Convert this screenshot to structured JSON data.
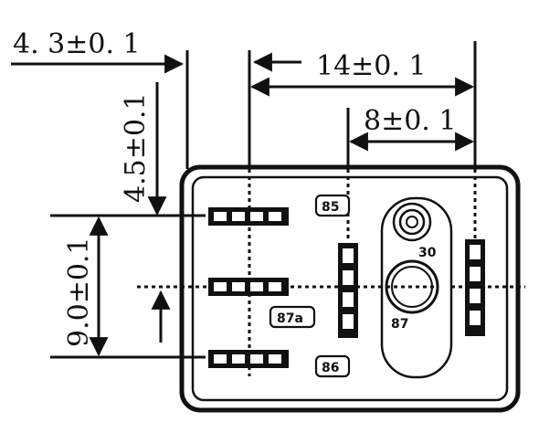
{
  "dimensions": {
    "top_left": "4. 3±0. 1",
    "top_wide": "14±0. 1",
    "top_mid": "8±0. 1",
    "vertical_upper": "4.5±0.1",
    "vertical_left": "9.0±0.1"
  },
  "pins": {
    "p85": "85",
    "p87a": "87a",
    "p86": "86",
    "p30": "30",
    "p87": "87"
  }
}
